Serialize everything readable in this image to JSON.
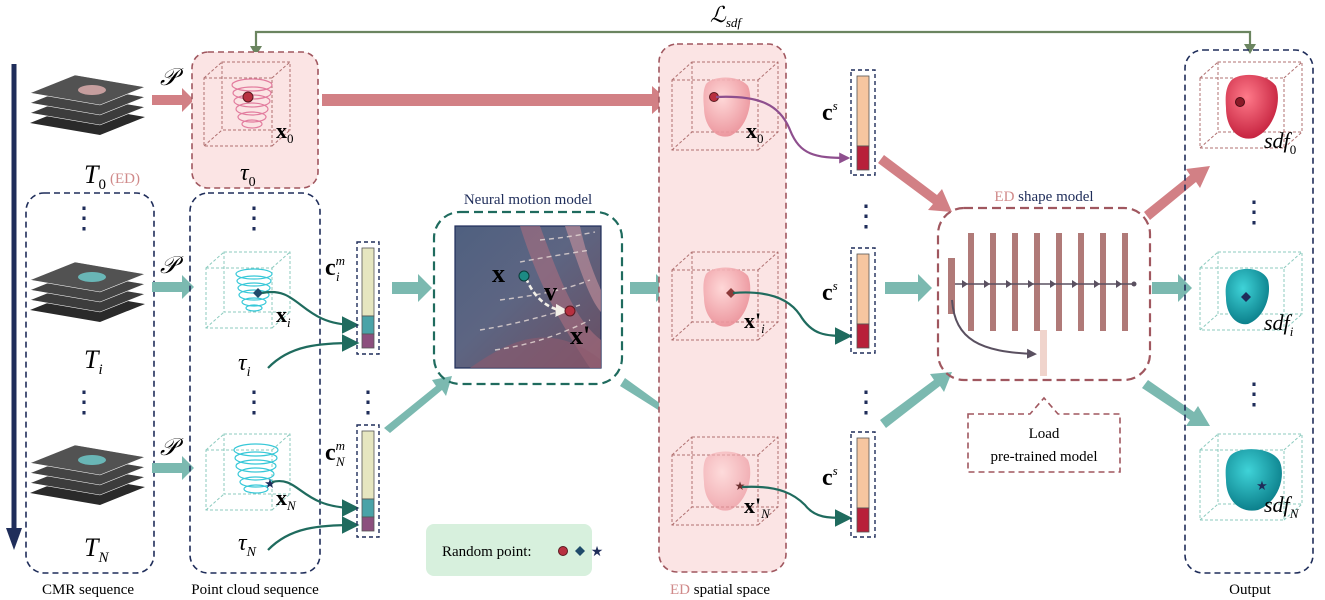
{
  "loss": {
    "symbol": "ℒ",
    "subscript": "sdf"
  },
  "projection": "𝒫",
  "sections": {
    "cmr": "CMR sequence",
    "pointcloud": "Point cloud sequence",
    "ed_spatial_prefix": "ED",
    "ed_spatial_suffix": " spatial space",
    "output": "Output"
  },
  "frames": {
    "t0": {
      "base": "T",
      "sub": "0",
      "tag": "(ED)"
    },
    "ti": {
      "base": "T",
      "sub": "i"
    },
    "tn": {
      "base": "T",
      "sub": "N"
    }
  },
  "taus": {
    "t0": {
      "base": "τ",
      "sub": "0"
    },
    "ti": {
      "base": "τ",
      "sub": "i"
    },
    "tn": {
      "base": "τ",
      "sub": "N"
    }
  },
  "points": {
    "x0": {
      "base": "x",
      "sub": "0"
    },
    "xi": {
      "base": "x",
      "sub": "i"
    },
    "xn": {
      "base": "x",
      "sub": "N"
    },
    "ed_x0": {
      "base": "x",
      "sub": "0"
    },
    "ed_xi": {
      "base": "x'",
      "sub": "i"
    },
    "ed_xn": {
      "base": "x'",
      "sub": "N"
    }
  },
  "codes": {
    "cm_i": {
      "base": "c",
      "sup": "m",
      "sub": "i"
    },
    "cm_n": {
      "base": "c",
      "sup": "m",
      "sub": "N"
    },
    "cs": {
      "base": "c",
      "sup": "s"
    }
  },
  "motion_model": {
    "title": "Neural motion model",
    "x": "x",
    "v": "v",
    "x_prime": "x'"
  },
  "shape_model": {
    "title_prefix": "ED",
    "title_suffix": " shape model",
    "load_line1": "Load",
    "load_line2": "pre-trained model"
  },
  "legend": {
    "label": "Random point:"
  },
  "outputs": {
    "sdf0": {
      "base": "sdf",
      "sub": "0"
    },
    "sdfi": {
      "base": "sdf",
      "sub": "i"
    },
    "sdfn": {
      "base": "sdf",
      "sub": "N"
    }
  },
  "ellipsis": "⋮",
  "colors": {
    "navy": "#1f2d5a",
    "rose": "#a0575f",
    "rose_fill": "#fbe4e4",
    "teal": "#1f6b5e",
    "teal_arrow": "#7bb9b0",
    "pink_arrow": "#d28085",
    "loss_line": "#6b8560",
    "pink_text": "#d08a8a",
    "legend_bg": "#d7f0dd"
  }
}
